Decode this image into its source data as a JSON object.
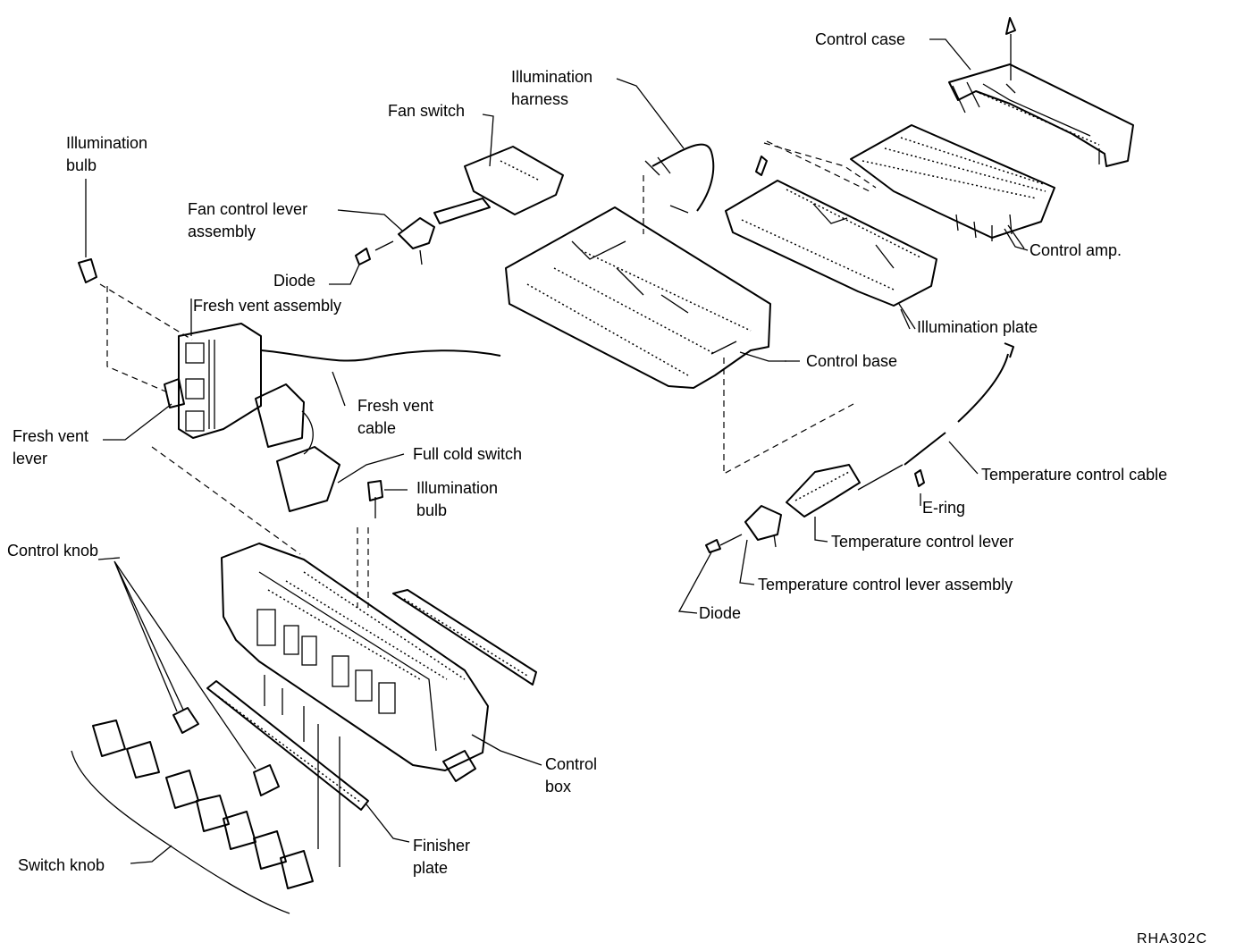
{
  "labels": {
    "control_case": "Control case",
    "illumination_harness_1": "Illumination",
    "illumination_harness_2": "harness",
    "fan_switch": "Fan switch",
    "illumination_bulb_top_1": "Illumination",
    "illumination_bulb_top_2": "bulb",
    "fan_control_lever_1": "Fan control lever",
    "fan_control_lever_2": "assembly",
    "control_amp": "Control amp.",
    "diode_top": "Diode",
    "fresh_vent_assembly": "Fresh vent assembly",
    "illumination_plate": "Illumination plate",
    "control_base": "Control base",
    "fresh_vent_cable_1": "Fresh vent",
    "fresh_vent_cable_2": "cable",
    "fresh_vent_lever_1": "Fresh vent",
    "fresh_vent_lever_2": "lever",
    "full_cold_switch": "Full cold switch",
    "illumination_bulb_mid_1": "Illumination",
    "illumination_bulb_mid_2": "bulb",
    "temperature_control_cable": "Temperature control cable",
    "e_ring": "E-ring",
    "control_knob": "Control knob",
    "temperature_control_lever": "Temperature control lever",
    "temperature_control_lever_assembly": "Temperature control lever assembly",
    "diode_bottom": "Diode",
    "control_box_1": "Control",
    "control_box_2": "box",
    "finisher_plate_1": "Finisher",
    "finisher_plate_2": "plate",
    "switch_knob": "Switch knob"
  },
  "reference_code": "RHA302C"
}
